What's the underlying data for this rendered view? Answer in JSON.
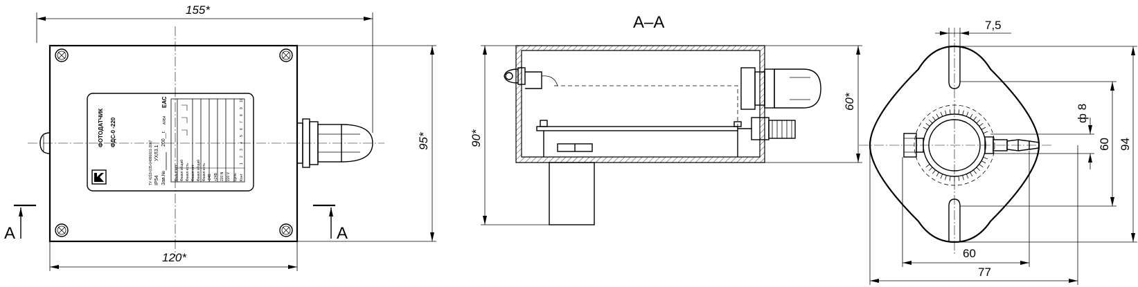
{
  "section_title": "А–А",
  "section_marks": {
    "left": "А",
    "right": "А"
  },
  "front_view": {
    "dims": {
      "overall_width": "155*",
      "base_width": "120*",
      "height": "95*"
    },
    "label_plate": {
      "title": "ФОТОДАТЧИК",
      "model": "ФДС-0 -220",
      "spec": "ТУ 4218-035-04886601-2007",
      "ip": "IP54",
      "climate": "УХЛ3.1",
      "serial_label": "Зав.№",
      "year": "200__г.",
      "brand_mark": "ЕАС",
      "brand_code": "АЯ54",
      "table": {
        "header_contact": "Конт",
        "header_circuit": "Цепь",
        "contacts": [
          "1",
          "2",
          "3",
          "4",
          "5",
          "6",
          "7",
          "8",
          "9",
          "10"
        ],
        "circuits": [
          "220 V",
          "220 N",
          "+24В",
          "-24В",
          "Факел есть",
          "Факел общий",
          "Факел нет",
          "Факел есть",
          "Факел общий",
          "Факел нет"
        ]
      }
    }
  },
  "section_view": {
    "dims": {
      "overall_height": "90*",
      "body_height": "60*"
    }
  },
  "side_view": {
    "dims": {
      "slot_width": "7,5",
      "hole_diameter": "ф 8",
      "inner_height": "60",
      "outer_height": "94",
      "bolt_spacing": "60",
      "overall_width": "77"
    }
  }
}
